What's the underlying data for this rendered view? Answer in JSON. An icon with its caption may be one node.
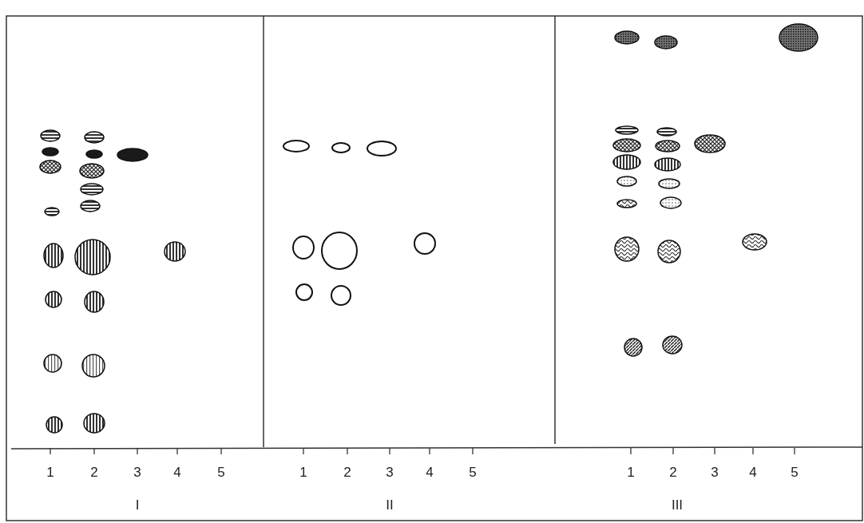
{
  "diagram": {
    "labels": [
      "1",
      "2",
      "3",
      "4",
      "5",
      "1",
      "2",
      "3",
      "4",
      "5",
      "1",
      "2",
      "3",
      "4",
      "5",
      "I",
      "II",
      "III"
    ]
  }
}
